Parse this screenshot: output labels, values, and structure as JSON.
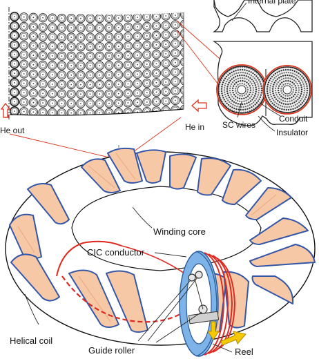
{
  "labels": {
    "internal_plate": "Internal plate",
    "he_out": "He out",
    "he_in": "He in",
    "sc_wires": "SC wires",
    "conduit": "Conduit",
    "insulator": "Insulator",
    "winding_core": "Winding core",
    "cic_conductor": "CIC conductor",
    "helical_coil": "Helical coil",
    "guide_roller": "Guide roller",
    "reel": "Reel"
  },
  "colors": {
    "coil_fill": "#f7c8a6",
    "coil_edge": "#3356a8",
    "conductor": "#e0281f",
    "reel_blue": "#7db3e6",
    "arrow_yellow": "#f5c800",
    "callout_line": "#d9341c"
  }
}
